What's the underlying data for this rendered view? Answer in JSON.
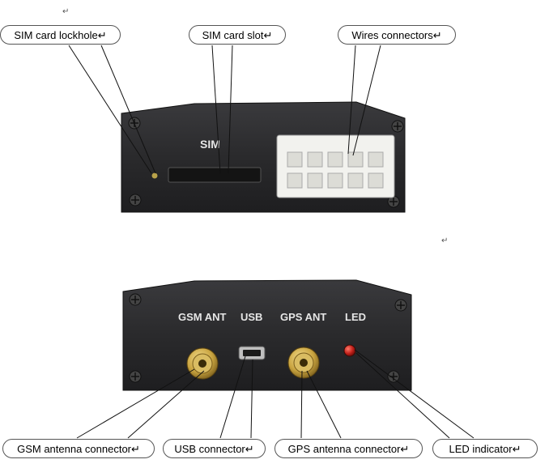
{
  "callouts": {
    "sim_lockhole": "SIM card lockhole↵",
    "sim_slot": "SIM card slot↵",
    "wires": "Wires connectors↵",
    "gsm_connector": "GSM antenna connector↵",
    "usb_connector": "USB connector↵",
    "gps_connector": "GPS antenna connector↵",
    "led_indicator": "LED indicator↵"
  },
  "device_labels": {
    "sim": "SIM",
    "gsm_ant": "GSM ANT",
    "usb": "USB",
    "gps_ant": "GPS ANT",
    "led": "LED"
  },
  "paragraph_marks": {
    "mark": "↵"
  },
  "colors": {
    "panel": "#2a2a2c",
    "led": "#c0201a",
    "connector_brass": "#c9a440"
  }
}
